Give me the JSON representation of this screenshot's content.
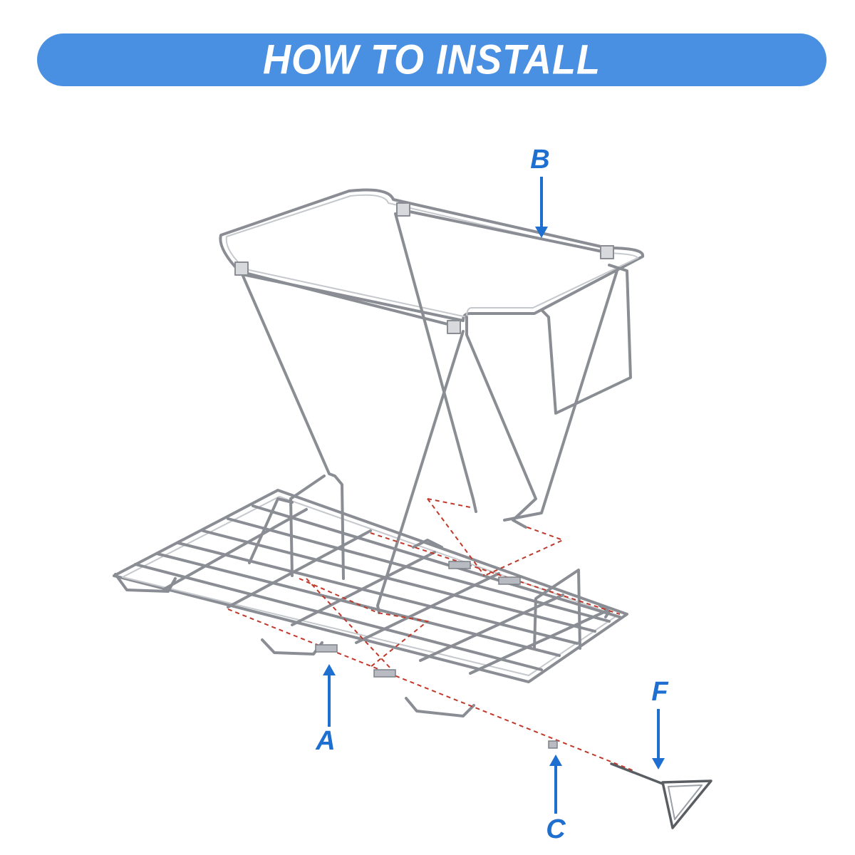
{
  "header": {
    "title": "HOW TO INSTALL"
  },
  "labels": {
    "a": "A",
    "b": "B",
    "c": "C",
    "f": "F"
  },
  "colors": {
    "banner": "#4a90e2",
    "label": "#1e6fd0",
    "arrow": "#1e6fd0",
    "wire": "#8a8e94",
    "guide_line": "#c0392b"
  }
}
